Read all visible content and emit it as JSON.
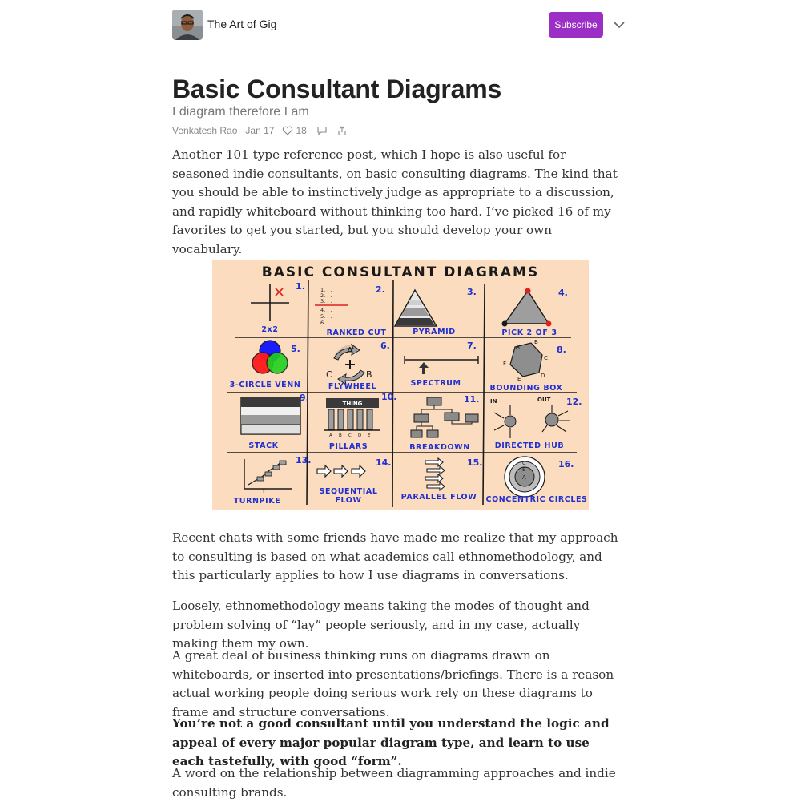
{
  "header": {
    "publication_name": "The Art of Gig",
    "subscribe_label": "Subscribe",
    "avatar_icon": "author-avatar",
    "menu_icon": "chevron-down-icon",
    "accent_color": "#9b2ec4"
  },
  "post": {
    "title": "Basic Consultant Diagrams",
    "subtitle": "I diagram therefore I am",
    "author": "Venkatesh Rao",
    "date": "Jan 17",
    "likes": "18",
    "like_icon": "heart-icon",
    "comment_icon": "comment-icon",
    "share_icon": "share-icon"
  },
  "body": {
    "p1": "Another 101 type reference post, which I hope is also useful for seasoned indie consultants, on basic consulting diagrams. The kind that you should be able to instinctively judge as appropriate to a discussion, and rapidly whiteboard without thinking too hard. I’ve picked 16 of my favorites to get you started, but you should develop your own vocabulary.",
    "p2_before": "Recent chats with some friends have made me realize that my approach to consulting is based on what academics call ",
    "p2_link": "ethnomethodology",
    "p2_after": ", and this particularly applies to how I use diagrams in conversations.",
    "p3": "Loosely, ethnomethodology means taking the modes of thought and problem solving of “lay” people seriously, and in my case, actually making them my own.",
    "p4": "A great deal of business thinking runs on diagrams drawn on whiteboards, or inserted into presentations/briefings. There is a reason actual working people doing serious work rely on these diagrams to frame and structure conversations.",
    "p5": "You’re not a good consultant until you understand the logic and appeal of every major popular diagram type, and learn to use each tastefully, with good “form”.",
    "p6": "A word on the relationship between diagramming approaches and indie consulting brands."
  },
  "figure": {
    "heading": "BASIC CONSULTANT DIAGRAMS",
    "background_color": "#fbdcbe",
    "label_color": "#1f2fd0",
    "cells": [
      {
        "n": "1.",
        "label": "2x2"
      },
      {
        "n": "2.",
        "label": "RANKED CUT"
      },
      {
        "n": "3.",
        "label": "PYRAMID"
      },
      {
        "n": "4.",
        "label": "PICK 2 OF 3"
      },
      {
        "n": "5.",
        "label": "3-CIRCLE VENN"
      },
      {
        "n": "6.",
        "label": "FLYWHEEL"
      },
      {
        "n": "7.",
        "label": "SPECTRUM"
      },
      {
        "n": "8.",
        "label": "BOUNDING BOX"
      },
      {
        "n": "9.",
        "label": "STACK"
      },
      {
        "n": "10.",
        "label": "PILLARS"
      },
      {
        "n": "11.",
        "label": "BREAKDOWN"
      },
      {
        "n": "12.",
        "label": "DIRECTED HUB"
      },
      {
        "n": "13.",
        "label": "TURNPIKE"
      },
      {
        "n": "14.",
        "label": "SEQUENTIAL FLOW"
      },
      {
        "n": "15.",
        "label": "PARALLEL FLOW"
      },
      {
        "n": "16.",
        "label": "CONCENTRIC CIRCLES"
      }
    ],
    "ranked_lines": [
      "1. . .",
      "2. . .",
      "3. . .",
      "4. . .",
      "5. . .",
      "6. . ."
    ],
    "flywheel_letters": [
      "A",
      "B",
      "C"
    ],
    "bounding_letters": [
      "A",
      "B",
      "C",
      "D",
      "E",
      "F"
    ],
    "pillars_top": "THING",
    "pillars_letters": [
      "A",
      "B",
      "C",
      "D",
      "E"
    ],
    "hub_in": "IN",
    "hub_out": "OUT",
    "turnpike_t": "T",
    "concentric_letters": [
      "C",
      "B",
      "A"
    ]
  }
}
